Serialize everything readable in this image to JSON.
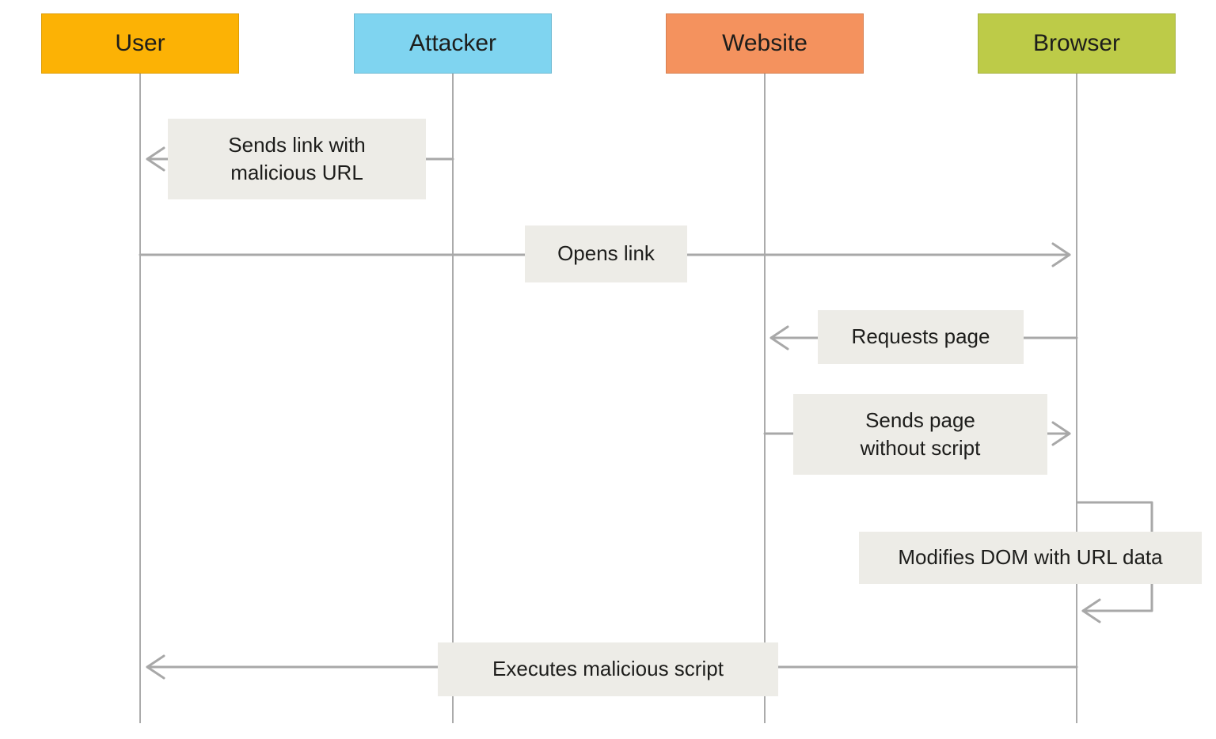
{
  "diagram": {
    "type": "sequence-diagram",
    "actors": [
      {
        "label": "User",
        "color": "#FCB205"
      },
      {
        "label": "Attacker",
        "color": "#7FD4F0"
      },
      {
        "label": "Website",
        "color": "#F4925E"
      },
      {
        "label": "Browser",
        "color": "#BDCB48"
      }
    ],
    "messages": [
      {
        "label": "Sends link with\nmalicious URL",
        "from": "Attacker",
        "to": "User",
        "direction": "left"
      },
      {
        "label": "Opens link",
        "from": "User",
        "to": "Browser",
        "direction": "right"
      },
      {
        "label": "Requests page",
        "from": "Browser",
        "to": "Website",
        "direction": "left"
      },
      {
        "label": "Sends page\nwithout script",
        "from": "Website",
        "to": "Browser",
        "direction": "right"
      },
      {
        "label": "Modifies DOM with URL data",
        "from": "Browser",
        "to": "Browser",
        "direction": "self"
      },
      {
        "label": "Executes malicious script",
        "from": "Browser",
        "to": "User",
        "direction": "left"
      }
    ],
    "colors": {
      "user_box": "#FCB205",
      "attacker_box": "#7FD4F0",
      "website_box": "#F4925E",
      "browser_box": "#BDCB48",
      "message_label_bg": "#EDECE7",
      "line": "#A8A8A8",
      "text": "#1D1D1B",
      "background": "#FFFFFF"
    }
  }
}
